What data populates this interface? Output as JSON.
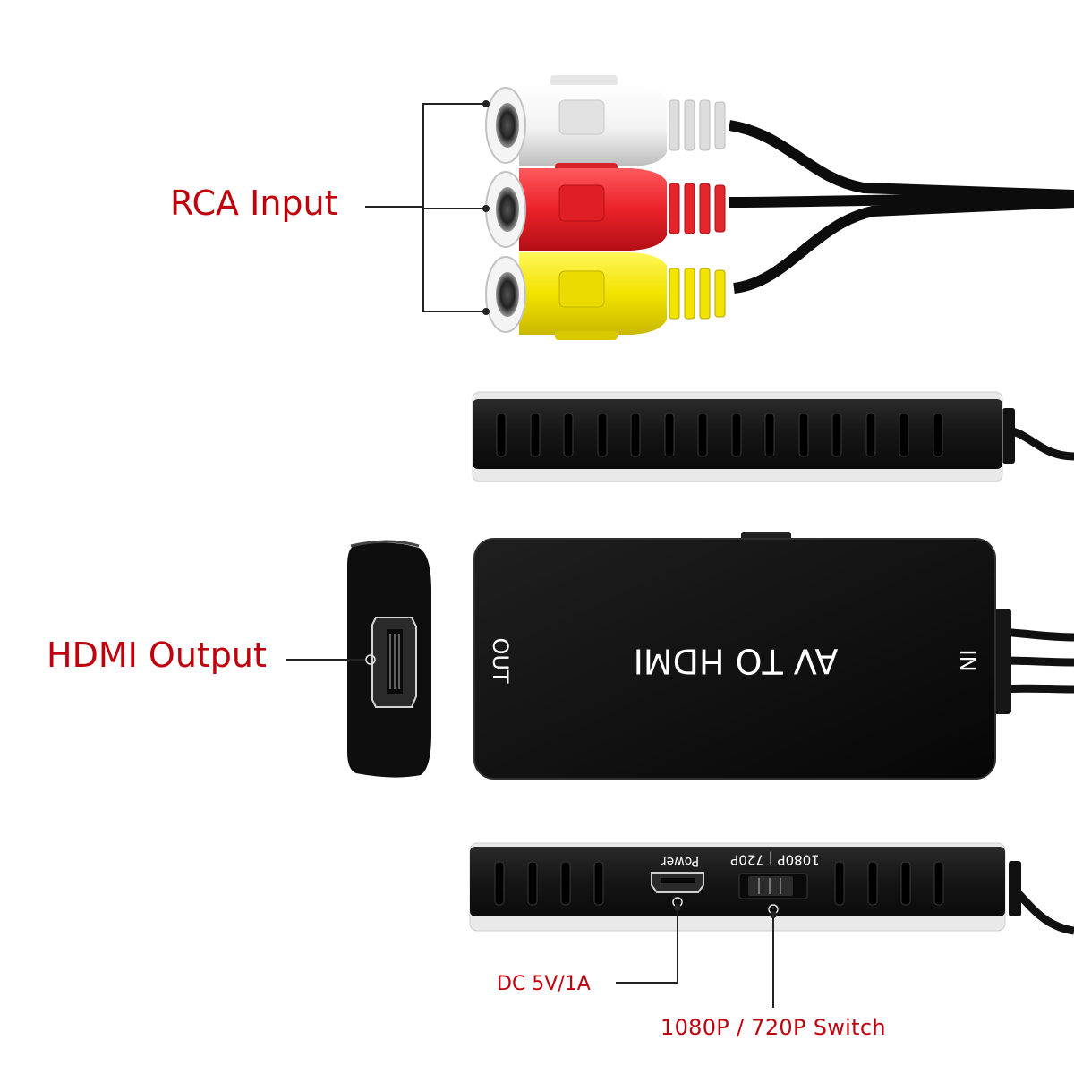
{
  "callouts": {
    "rca_input": "RCA Input",
    "hdmi_output": "HDMI Output",
    "dc_power": "DC 5V/1A",
    "resolution_switch": "1080P / 720P Switch"
  },
  "device_labels": {
    "product_name": "AV TO HDMI",
    "out_port": "OUT",
    "in_port": "IN",
    "power_port": "Power",
    "switch_marking": "1080P | 720P"
  },
  "colors": {
    "callout_text": "#c0000c",
    "device_body": "#141414",
    "rca_white": "#eeeeee",
    "rca_red": "#e8262c",
    "rca_yellow": "#f2e400"
  }
}
